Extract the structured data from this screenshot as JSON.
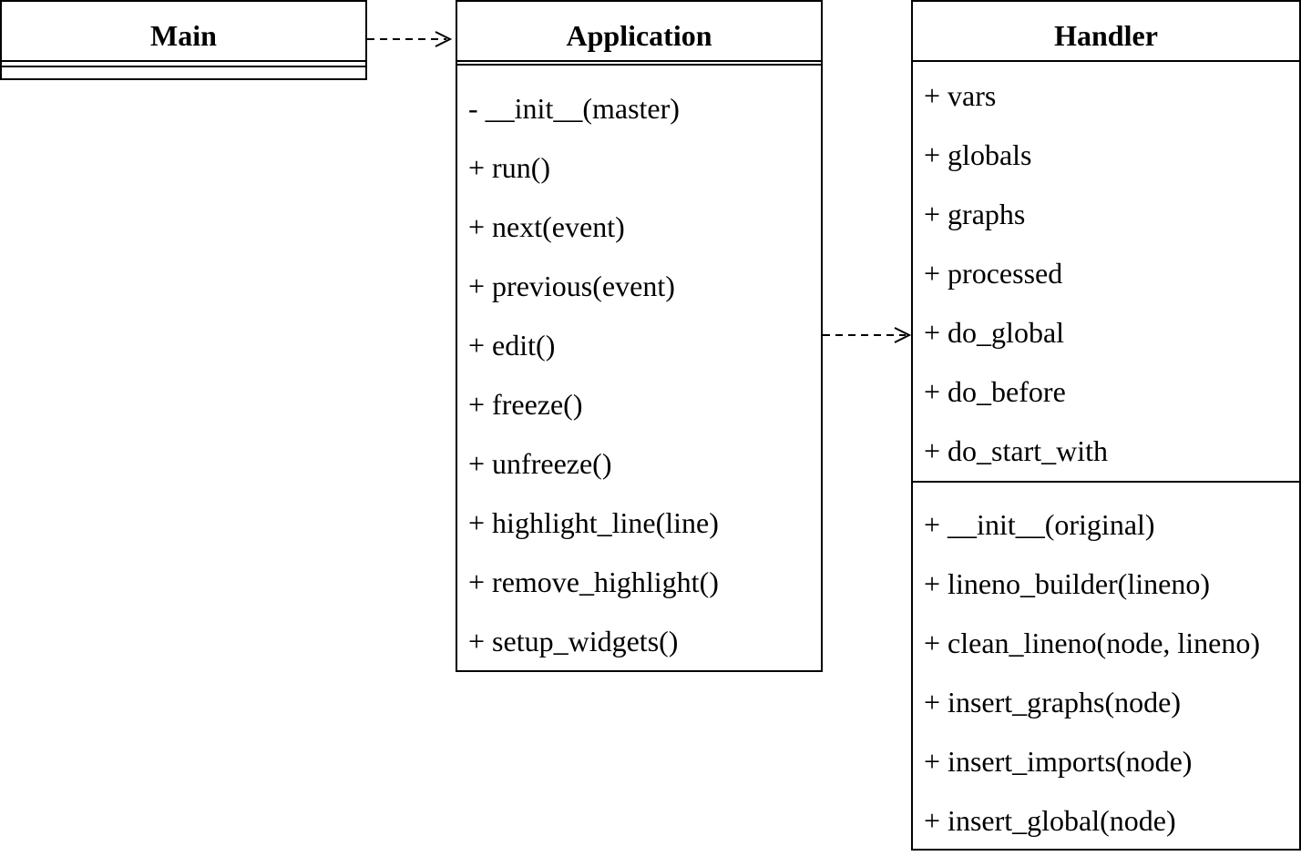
{
  "classes": {
    "main": {
      "name": "Main"
    },
    "application": {
      "name": "Application",
      "methods": [
        "- __init__(master)",
        "+ run()",
        "+ next(event)",
        "+ previous(event)",
        "+ edit()",
        "+ freeze()",
        "+ unfreeze()",
        "+ highlight_line(line)",
        "+ remove_highlight()",
        "+ setup_widgets()"
      ]
    },
    "handler": {
      "name": "Handler",
      "attributes": [
        "+ vars",
        "+ globals",
        "+ graphs",
        "+ processed",
        "+ do_global",
        "+ do_before",
        "+ do_start_with"
      ],
      "methods": [
        "+ __init__(original)",
        "+ lineno_builder(lineno)",
        "+ clean_lineno(node, lineno)",
        "+ insert_graphs(node)",
        "+ insert_imports(node)",
        "+ insert_global(node)"
      ]
    }
  },
  "relations": [
    {
      "from": "Main",
      "to": "Application",
      "style": "dashed",
      "arrow": "open"
    },
    {
      "from": "Application",
      "to": "Handler",
      "style": "dashed",
      "arrow": "open"
    }
  ],
  "colors": {
    "line": "#000000",
    "background": "#ffffff"
  }
}
